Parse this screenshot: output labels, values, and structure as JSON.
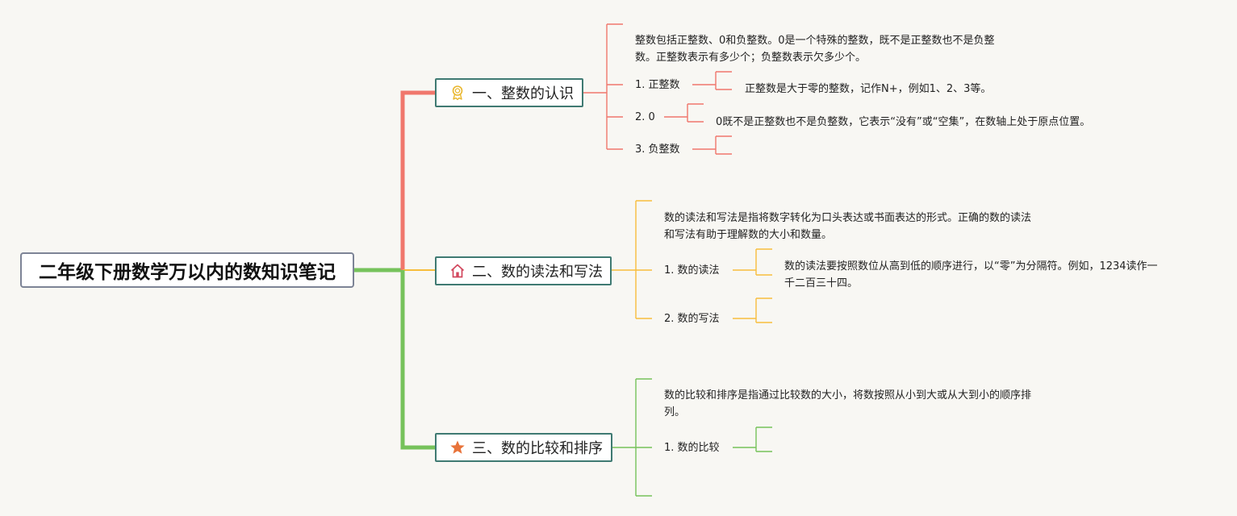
{
  "root": {
    "title": "二年级下册数学万以内的数知识笔记"
  },
  "branches": [
    {
      "title": "一、整数的认识",
      "icon": "award-ribbon-icon",
      "color": "#f0776c",
      "intro_line1": "整数包括正整数、0和负整数。0是一个特殊的整数，既不是正整数也不是负整",
      "intro_line2": "数。正整数表示有多少个；负整数表示欠多少个。",
      "items": [
        {
          "label": "1. 正整数",
          "detail": "正整数是大于零的整数，记作N+，例如1、2、3等。"
        },
        {
          "label": "2. 0",
          "detail": "0既不是正整数也不是负整数，它表示“没有”或“空集”，在数轴上处于原点位置。"
        },
        {
          "label": "3. 负整数",
          "detail": ""
        }
      ]
    },
    {
      "title": "二、数的读法和写法",
      "icon": "home-icon",
      "color": "#f7bd3c",
      "intro_line1": "数的读法和写法是指将数字转化为口头表达或书面表达的形式。正确的数的读法",
      "intro_line2": "和写法有助于理解数的大小和数量。",
      "items": [
        {
          "label": "1. 数的读法",
          "detail_line1": "数的读法要按照数位从高到低的顺序进行，以“零”为分隔符。例如，1234读作一",
          "detail_line2": "千二百三十四。"
        },
        {
          "label": "2. 数的写法",
          "detail": ""
        }
      ]
    },
    {
      "title": "三、数的比较和排序",
      "icon": "star-icon",
      "color": "#76c25b",
      "intro_line1": "数的比较和排序是指通过比较数的大小，将数按照从小到大或从大到小的顺序排",
      "intro_line2": "列。",
      "items": [
        {
          "label": "1. 数的比较",
          "detail": ""
        }
      ]
    }
  ],
  "colors": {
    "background": "#f8f7f3",
    "root_border": "#7d8496",
    "branch_border": "#3f7a72",
    "branch1": "#f0776c",
    "branch2": "#f7bd3c",
    "branch3": "#76c25b"
  }
}
